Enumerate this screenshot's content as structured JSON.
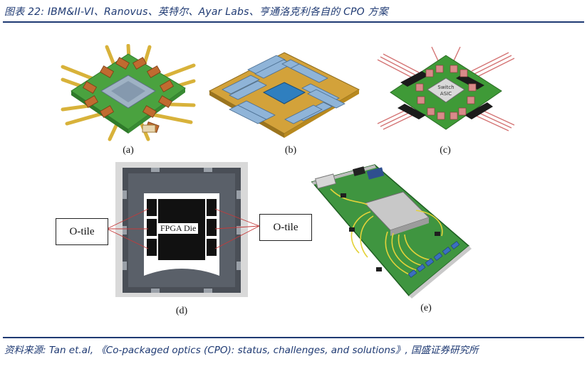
{
  "figure": {
    "title": "图表 22:  IBM&II-VI、Ranovus、英特尔、Ayar Labs、亨通洛克利各自的 CPO 方案",
    "source": "资料来源:  Tan et.al,  《Co-packaged optics (CPO): status, challenges, and solutions》,  国盛证券研究所"
  },
  "panels": {
    "a": {
      "caption": "(a)"
    },
    "b": {
      "caption": "(b)"
    },
    "c": {
      "caption": "(c)",
      "chip_text_1": "Switch",
      "chip_text_2": "ASIC"
    },
    "d": {
      "caption": "(d)",
      "left_label": "O-tile",
      "right_label": "O-tile",
      "center_label": "FPGA Die"
    },
    "e": {
      "caption": "(e)"
    }
  },
  "colors": {
    "title_blue": "#1f3a73",
    "pcb_green": "#3e9a3a",
    "gold": "#d6a42c",
    "copper": "#b9682e"
  }
}
